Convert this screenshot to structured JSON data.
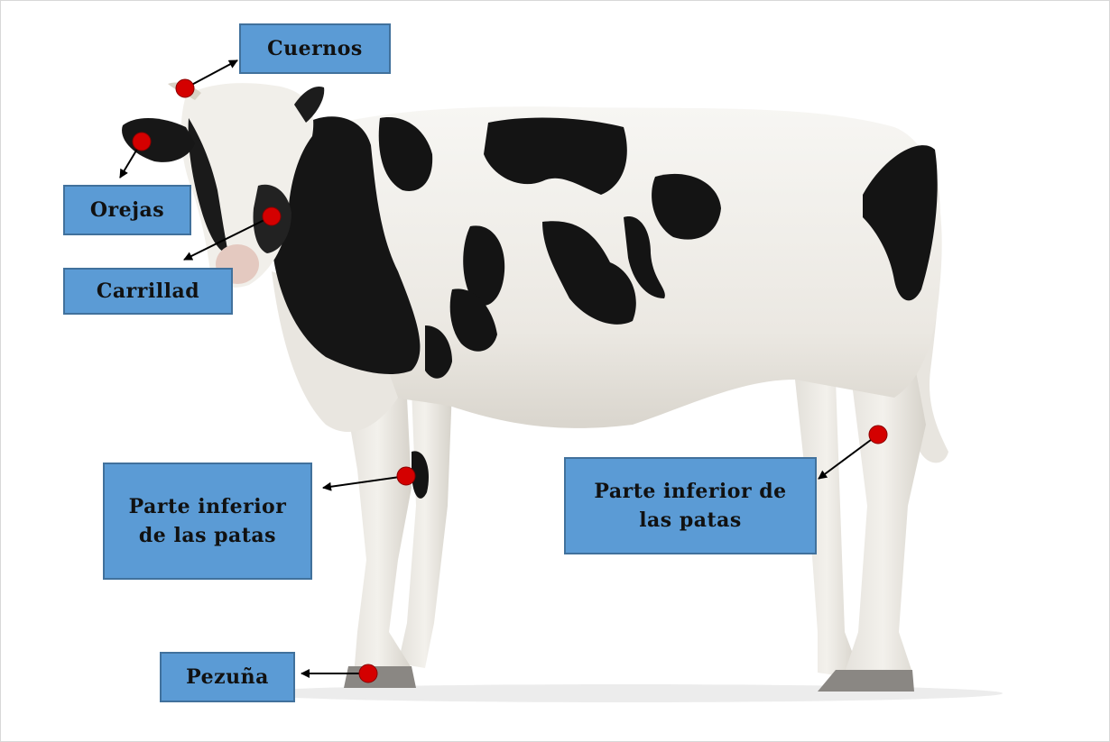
{
  "labels": {
    "cuernos": "Cuernos",
    "orejas": "Orejas",
    "carrillad": "Carrillad",
    "parte_front": "Parte inferior de las patas",
    "parte_rear": "Parte inferior de las patas",
    "pezuna": "Pezuña"
  },
  "colors": {
    "label_fill": "#5b9bd5",
    "label_border": "#41719c",
    "marker": "#d40000",
    "arrow": "#000000",
    "cow_white": "#f2f0ec",
    "cow_black": "#141414"
  }
}
